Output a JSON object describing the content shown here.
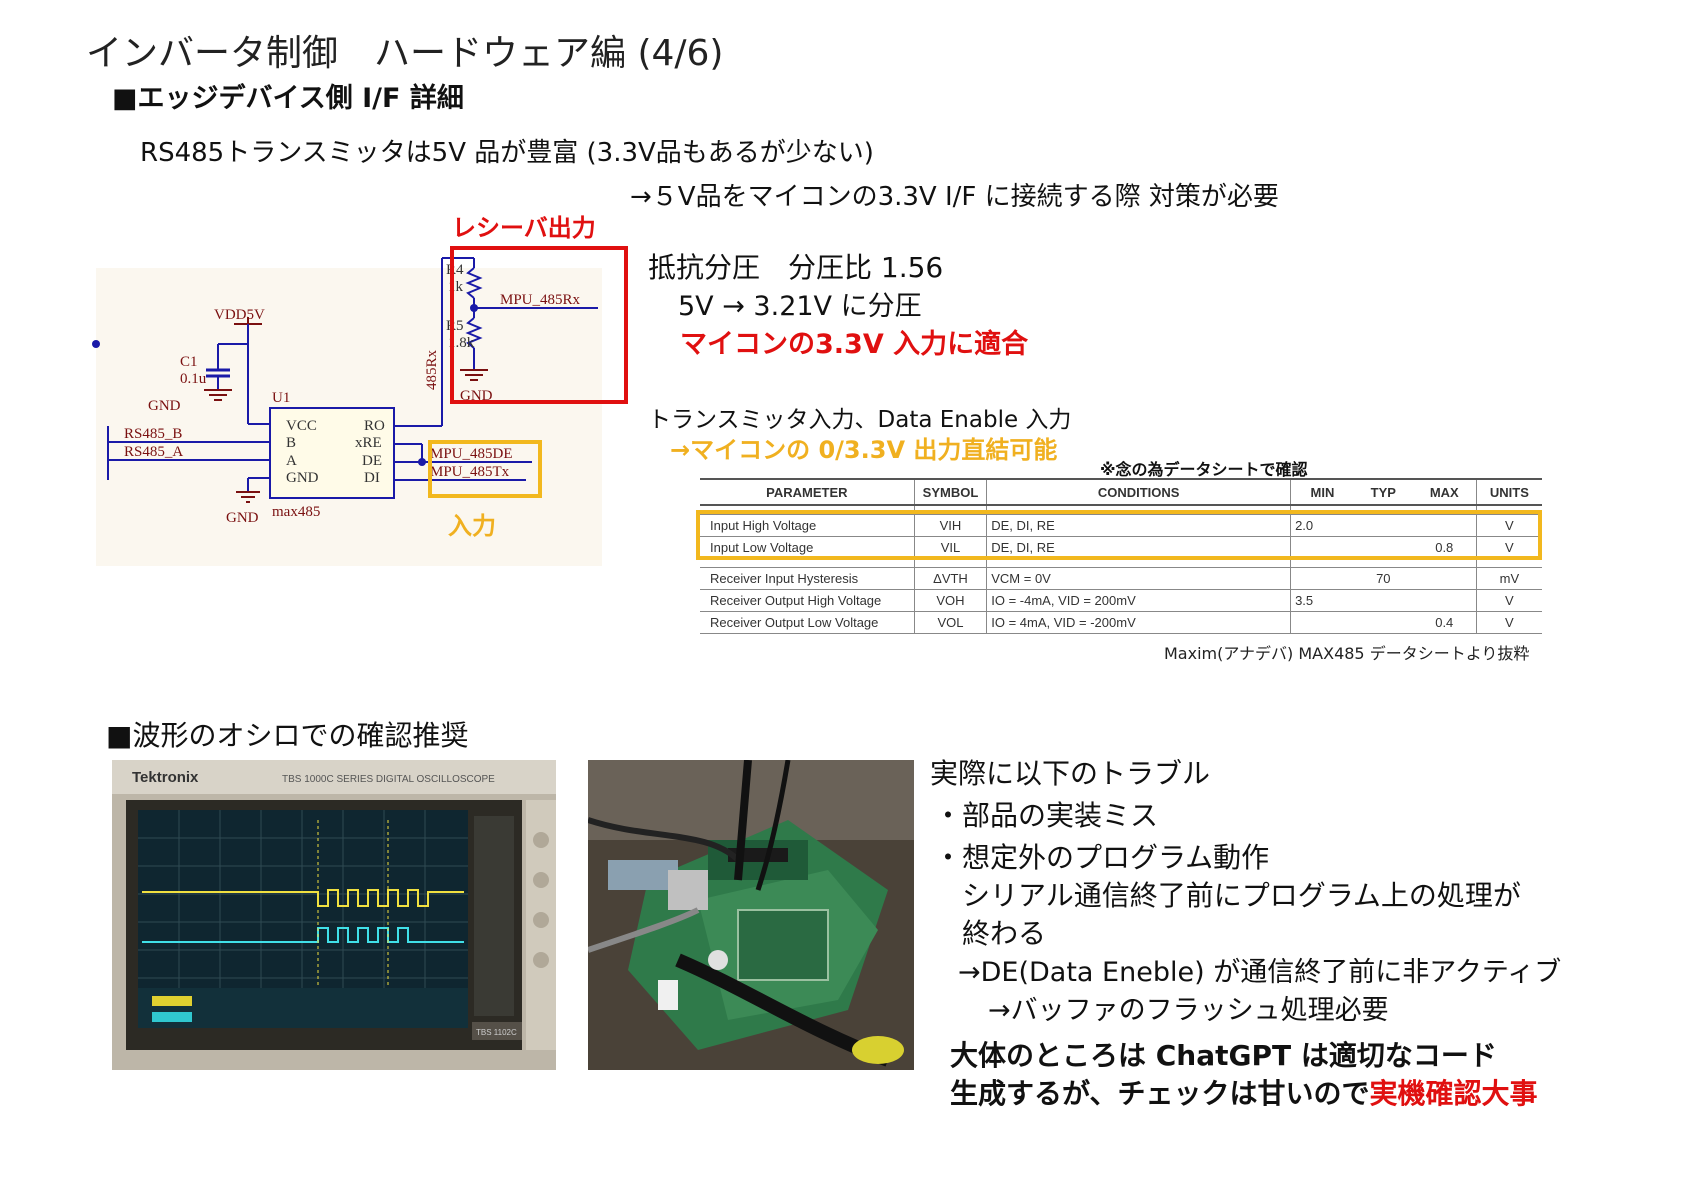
{
  "title": "インバータ制御　ハードウェア編 (4/6)",
  "section1": "■エッジデバイス側 I/F 詳細",
  "rs_line1": "RS485トランスミッタは5V 品が豊富 (3.3V品もあるが少ない)",
  "rs_line2": "→５V品をマイコンの3.3V I/F に接続する際 対策が必要",
  "schematic": {
    "receiver_label": "レシーバ出力",
    "input_label": "入力",
    "vdd": "VDD5V",
    "c1": "C1",
    "c1_val": "0.1u",
    "gnd": "GND",
    "u1": "U1",
    "rs485_b": "RS485_B",
    "rs485_a": "RS485_A",
    "vcc": "VCC",
    "pin_b": "B",
    "pin_a": "A",
    "pin_gnd": "GND",
    "pin_ro": "RO",
    "pin_xre": "xRE",
    "pin_de": "DE",
    "pin_di": "DI",
    "part": "max485",
    "net_485rx": "485Rx",
    "r4": "R4",
    "r4_val": "1k",
    "r5": "R5",
    "r5_val": "1.8k",
    "mpu_rx": "MPU_485Rx",
    "mpu_de": "MPU_485DE",
    "mpu_tx": "MPU_485Tx"
  },
  "divider": {
    "title": "抵抗分圧　分圧比 1.56",
    "line2": "5V → 3.21V に分圧",
    "line3": "マイコンの3.3V 入力に適合"
  },
  "transmitter": {
    "line1": "トランスミッタ入力、Data Enable 入力",
    "line2": "→マイコンの 0/3.3V 出力直結可能"
  },
  "datasheet_note": "※念の為データシートで確認",
  "table": {
    "headers": [
      "PARAMETER",
      "SYMBOL",
      "CONDITIONS",
      "MIN",
      "TYP",
      "MAX",
      "UNITS"
    ],
    "rows": [
      {
        "param": "Input High Voltage",
        "sym": "VIH",
        "cond": "DE, DI, RE",
        "min": "2.0",
        "typ": "",
        "max": "",
        "unit": "V"
      },
      {
        "param": "Input Low Voltage",
        "sym": "VIL",
        "cond": "DE, DI, RE",
        "min": "",
        "typ": "",
        "max": "0.8",
        "unit": "V"
      },
      {
        "param": "Receiver Input Hysteresis",
        "sym": "ΔVTH",
        "cond": "VCM = 0V",
        "min": "",
        "typ": "70",
        "max": "",
        "unit": "mV"
      },
      {
        "param": "Receiver Output High Voltage",
        "sym": "VOH",
        "cond": "IO = -4mA, VID = 200mV",
        "min": "3.5",
        "typ": "",
        "max": "",
        "unit": "V"
      },
      {
        "param": "Receiver Output Low Voltage",
        "sym": "VOL",
        "cond": "IO = 4mA, VID = -200mV",
        "min": "",
        "typ": "",
        "max": "0.4",
        "unit": "V"
      }
    ]
  },
  "datasheet_source": "Maxim(アナデバ) MAX485 データシートより抜粋",
  "section2": "■波形のオシロでの確認推奨",
  "scope": {
    "brand": "Tektronix",
    "series": "TBS 1000C SERIES  DIGITAL OSCILLOSCOPE",
    "model": "TBS 1102C"
  },
  "trouble": {
    "title": "実際に以下のトラブル",
    "item1": "・部品の実装ミス",
    "item2": "・想定外のプログラム動作",
    "item3": "シリアル通信終了前にプログラム上の処理が",
    "item4": "終わる",
    "item5": "→DE(Data Eneble) が通信終了前に非アクティブ",
    "item6": "→バッファのフラッシュ処理必要"
  },
  "conclusion": {
    "line1": "大体のところは ChatGPT は適切なコード",
    "line2": "生成するが、チェックは甘いので",
    "line2_highlight": "実機確認大事"
  },
  "colors": {
    "red": "#e01010",
    "yellow": "#f2b81e",
    "schematic_blue": "#1a1aa8",
    "schematic_label": "#7a1010"
  }
}
